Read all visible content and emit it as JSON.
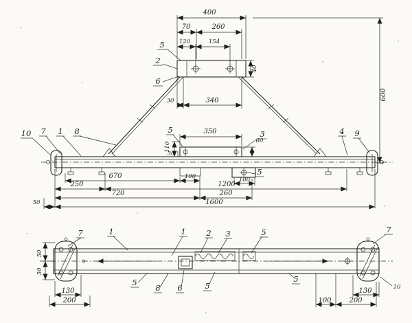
{
  "meta": {
    "description": "Scanned technical assembly drawing of a lifting traverse (spreader beam) shown in three views with slings, bolted plates and dimension callouts",
    "ink_color": "#1f1f1f",
    "paper_color": "#fbfaf6"
  },
  "top_view": {
    "d400": "400",
    "d70": "70",
    "d260": "260",
    "d120": "120",
    "d154": "154",
    "d40": "40",
    "d30": "30",
    "d340": "340",
    "c5": "5",
    "c2": "2",
    "c6": "6"
  },
  "front_view": {
    "d600": "600",
    "d350": "350",
    "d60": "60",
    "d110": "110",
    "d30": "30",
    "c10": "10",
    "c7": "7",
    "c1": "1",
    "c8": "8",
    "c5a": "5",
    "c3": "3",
    "c4": "4",
    "c9": "9",
    "c5b": "5",
    "d670": "670",
    "d100": "100",
    "d100b": "100",
    "d250": "250",
    "d1200": "1200",
    "d720": "720",
    "d260": "260",
    "d50": "50",
    "d1600": "1600"
  },
  "plan_view": {
    "c7l": "7",
    "c1a": "1",
    "c1b": "1",
    "c2": "2",
    "c3": "3",
    "c5a": "5",
    "c7r": "7",
    "c5b": "5",
    "c8": "8",
    "c6": "6",
    "c5c": "5",
    "c5d": "5",
    "d50a": "50",
    "d50b": "50",
    "d130l": "130",
    "d200l": "200",
    "d100": "100",
    "d200r": "200",
    "d130r": "130",
    "d10": "10"
  }
}
